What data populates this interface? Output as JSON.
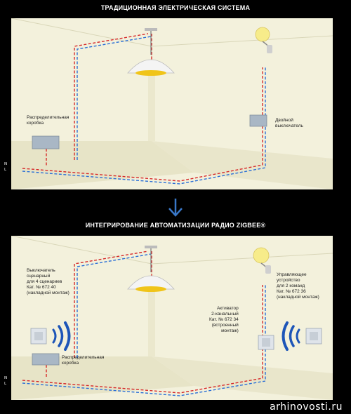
{
  "top_title": "ТРАДИЦИОННАЯ ЭЛЕКТРИЧЕСКАЯ СИСТЕМА",
  "bottom_title": "ИНТЕГРИРОВАНИЕ АВТОМАТИЗАЦИИ РАДИО ZIGBEE®",
  "panel1": {
    "junction_box": "Распределительная\nкоробка",
    "double_switch": "Двойной\nвыключатель",
    "n_label": "N",
    "l_label": "L"
  },
  "panel2": {
    "scenario_switch": "Выключатель\nсценарный\nдля 4 сценариев\nКат. № 672 40\n(накладной монтаж)",
    "junction_box": "Распределительная\nкоробка",
    "actuator": "Активатор\n2-канальный\nКат. № 672 34\n(встроенный\nмонтаж)",
    "control_device": "Управляющее\nустройство\nдля 2 команд\nКат. № 672 36\n(накладной монтаж)",
    "n_label": "N",
    "l_label": "L"
  },
  "watermark": "arhinovosti.ru",
  "colors": {
    "wire_red": "#d62a2a",
    "wire_blue": "#2a6fd6",
    "wall": "#f1efd7",
    "signal": "#1d55b8"
  }
}
